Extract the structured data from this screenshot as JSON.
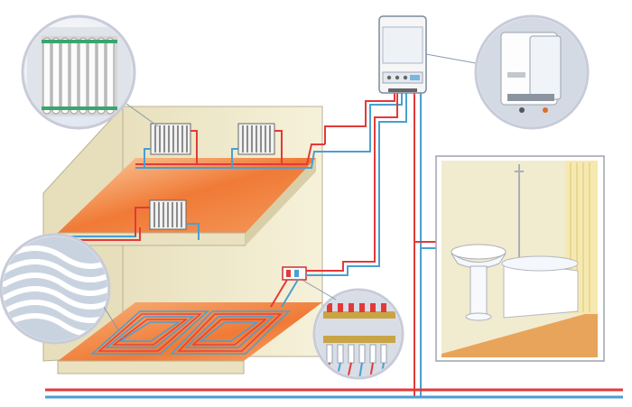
{
  "diagram": {
    "kind": "heating-system-illustration",
    "text_labels": [],
    "colors": {
      "background": "#ffffff",
      "hot_pipe": "#e23a3a",
      "cold_pipe": "#4a9fd1",
      "wall": "#f1ebcf",
      "wall_shadow": "#d9d2b1",
      "floor_heated": "#f07a36",
      "floor_plain": "#e8a45a",
      "radiator": "#e9e9e9",
      "boiler": "#f5f5f5",
      "callout_border": "#c8cbd8",
      "callout_fill": "#eef1f6"
    },
    "components": [
      "radiator-callout",
      "boiler-callout",
      "underfloor-tubing-callout",
      "manifold-callout",
      "house-cutaway",
      "upper-floor-heated-slab",
      "lower-floor-spiral-heating",
      "wall-boiler",
      "bathroom-cutaway",
      "supply-return-mains"
    ]
  }
}
